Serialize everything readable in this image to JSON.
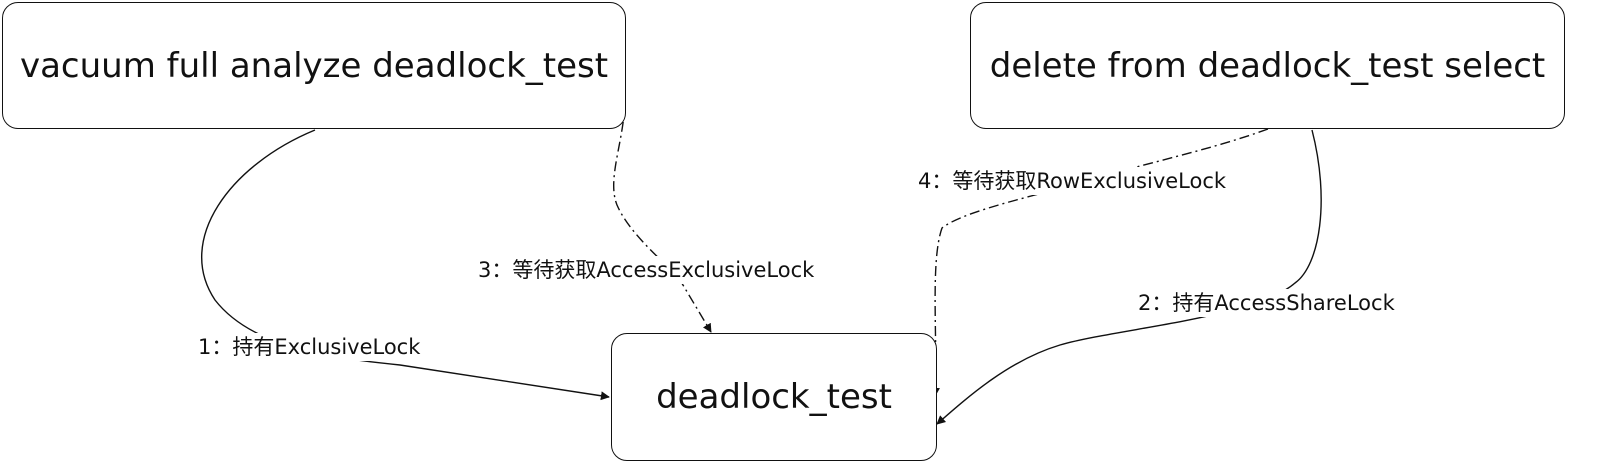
{
  "diagram": {
    "nodes": {
      "vacuum": "vacuum full analyze deadlock_test",
      "delete": "delete from deadlock_test select",
      "table": "deadlock_test"
    },
    "edges": {
      "hold_exclusive": "1：持有ExclusiveLock",
      "hold_access_share": "2：持有AccessShareLock",
      "wait_access_exclusive": "3：等待获取AccessExclusiveLock",
      "wait_row_exclusive": "4：等待获取RowExclusiveLock"
    }
  },
  "colors": {
    "stroke": "#111111",
    "background": "#ffffff"
  }
}
